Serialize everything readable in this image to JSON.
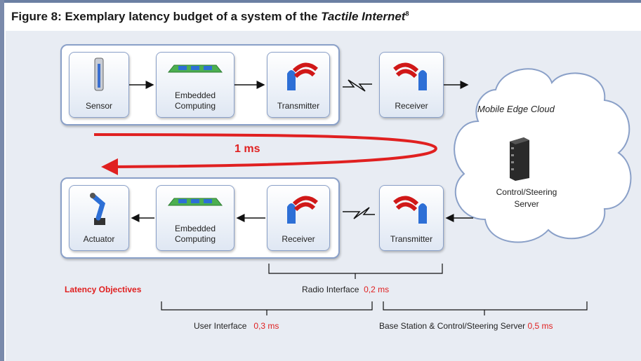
{
  "title": {
    "prefix": "Figure 8: Exemplary latency budget of a system of the ",
    "italic": "Tactile Internet",
    "sup": "8"
  },
  "top_row": {
    "sensor": "Sensor",
    "computing_line1": "Embedded",
    "computing_line2": "Computing",
    "transmitter": "Transmitter",
    "receiver": "Receiver"
  },
  "bottom_row": {
    "actuator": "Actuator",
    "computing_line1": "Embedded",
    "computing_line2": "Computing",
    "receiver": "Receiver",
    "transmitter": "Transmitter"
  },
  "cloud": {
    "title": "Mobile Edge Cloud",
    "server_line1": "Control/Steering",
    "server_line2": "Server"
  },
  "loop_latency": "1 ms",
  "latency_objectives": "Latency Objectives",
  "radio_interface": {
    "label": "Radio Interface",
    "value": "0,2 ms"
  },
  "user_interface": {
    "label": "User Interface",
    "value": "0,3 ms"
  },
  "base_station": {
    "label": "Base Station & Control/Steering Server",
    "value": "0,5 ms"
  },
  "colors": {
    "accent_red": "#e02020",
    "box_border": "#8aa0c8",
    "panel": "#e8ecf3"
  },
  "icons": [
    "sensor-icon",
    "chip-icon",
    "antenna-icon",
    "server-icon",
    "robot-arm-icon",
    "cloud-icon"
  ]
}
